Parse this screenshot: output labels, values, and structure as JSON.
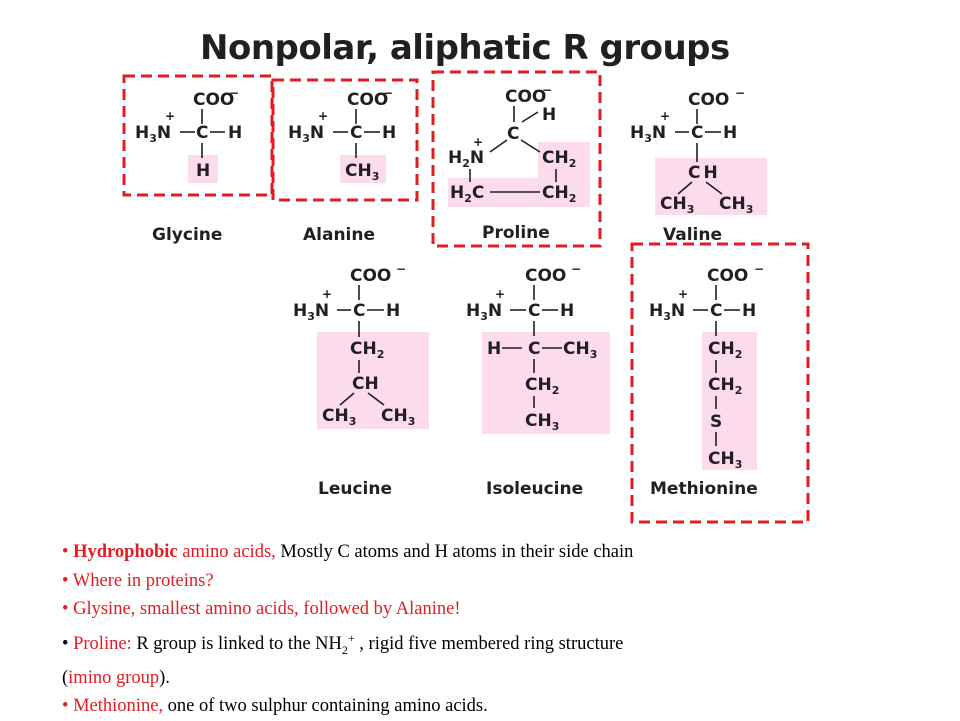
{
  "title": "Nonpolar, aliphatic R groups",
  "colors": {
    "highlight_box": "#fbdbec",
    "dashed_border": "#e31b23",
    "note_accent": "#e31b23"
  },
  "structure_text": {
    "carboxylate": "COO",
    "minus": "−",
    "amine_h": "H",
    "amine_sub": "3",
    "amine_n": "N",
    "plus": "+",
    "alpha_c": "C",
    "h": "H",
    "c": "C",
    "s": "S",
    "ch": "CH",
    "ch3": "CH",
    "sub3": "3",
    "sub2": "2",
    "proline_ring_n": "H",
    "proline_ring_n2": "N",
    "proline_ring_h2c": "H",
    "proline_ring_c": "C"
  },
  "amino_acids": [
    {
      "name": "Glycine",
      "r_group": "H",
      "highlighted": true
    },
    {
      "name": "Alanine",
      "r_group": "CH3",
      "highlighted": true
    },
    {
      "name": "Proline",
      "r_group": "cyclic",
      "highlighted": true
    },
    {
      "name": "Valine",
      "r_group": "CH(CH3)2",
      "highlighted": false
    },
    {
      "name": "Leucine",
      "r_group": "CH2-CH(CH3)2",
      "highlighted": false
    },
    {
      "name": "Isoleucine",
      "r_group": "CH(CH3)-CH2-CH3",
      "highlighted": false
    },
    {
      "name": "Methionine",
      "r_group": "CH2-CH2-S-CH3",
      "highlighted": true
    }
  ],
  "notes": {
    "bullet": "•",
    "l1_a": "Hydrophobic",
    "l1_b": " amino acids,",
    "l1_c": " Mostly C atoms and H atoms in their side chain",
    "l2": "Where in proteins?",
    "l3": "Glysine, smallest amino acids, followed by Alanine!",
    "l4_a": "Proline:",
    "l4_b": " R group is linked to the NH",
    "l4_sub": "2",
    "l4_sup": "+",
    "l4_c": " , rigid five membered ring structure",
    "l5_a": "(",
    "l5_b": "imino group",
    "l5_c": ").",
    "l6_a": "Methionine,",
    "l6_b": " one of two sulphur containing amino acids."
  }
}
